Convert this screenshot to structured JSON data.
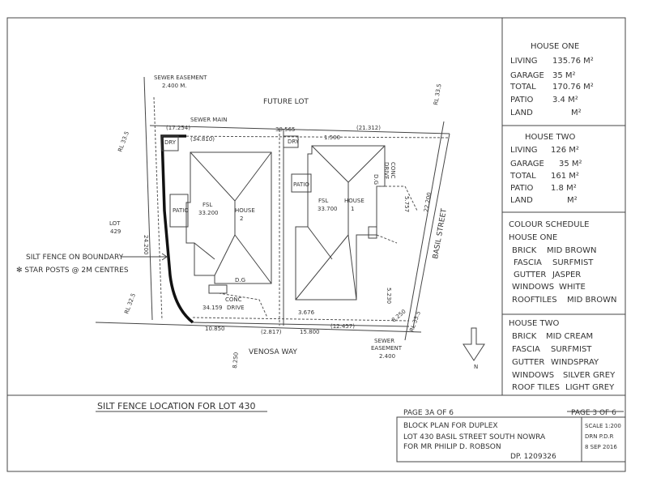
{
  "house_one_area": {
    "heading": "HOUSE ONE",
    "rows": [
      {
        "label": "LIVING",
        "value": "135.76 M²"
      },
      {
        "label": "GARAGE",
        "value": "35 M²"
      },
      {
        "label": "TOTAL",
        "value": "170.76 M²"
      },
      {
        "label": "PATIO",
        "value": "3.4 M²"
      },
      {
        "label": "LAND",
        "value": "M²"
      }
    ]
  },
  "house_two_area": {
    "heading": "HOUSE TWO",
    "rows": [
      {
        "label": "LIVING",
        "value": "126 M²"
      },
      {
        "label": "GARAGE",
        "value": "35 M²"
      },
      {
        "label": "TOTAL",
        "value": "161 M²"
      },
      {
        "label": "PATIO",
        "value": "1.8 M²"
      },
      {
        "label": "LAND",
        "value": "M²"
      }
    ]
  },
  "colour_schedule": {
    "heading": "COLOUR SCHEDULE",
    "house_one": {
      "heading": "HOUSE ONE",
      "rows": [
        {
          "label": "BRICK",
          "value": "MID BROWN"
        },
        {
          "label": "FASCIA",
          "value": "SURFMIST"
        },
        {
          "label": "GUTTER",
          "value": "JASPER"
        },
        {
          "label": "WINDOWS",
          "value": "WHITE"
        },
        {
          "label": "ROOFTILES",
          "value": "MID BROWN"
        }
      ]
    },
    "house_two": {
      "heading": "HOUSE TWO",
      "rows": [
        {
          "label": "BRICK",
          "value": "MID CREAM"
        },
        {
          "label": "FASCIA",
          "value": "SURFMIST"
        },
        {
          "label": "GUTTER",
          "value": "WINDSPRAY"
        },
        {
          "label": "WINDOWS",
          "value": "SILVER GREY"
        },
        {
          "label": "ROOF TILES",
          "value": "LIGHT GREY"
        }
      ]
    }
  },
  "plan": {
    "sewer_easement_top": "SEWER EASEMENT",
    "sewer_easement_top_width": "2.400 M.",
    "future_lot": "FUTURE LOT",
    "sewer_main": "SEWER MAIN",
    "dims": {
      "d_17254": "(17.254)",
      "d_34810": "(34.810)",
      "d_38565": "38.565",
      "d_21312": "(21.312)",
      "d_24200": "24.200",
      "d_22200": "22.200",
      "d_10850": "10.850",
      "d_2817": "(2.817)",
      "d_15800": "15.800",
      "d_12457": "(12.457)",
      "d_3676": "3.676",
      "d_5230": "5.230",
      "d_8250": "8.250",
      "d_34159": "34.159",
      "d_1500": "1.500",
      "d_5757": "5.757"
    },
    "rl_top_left": "RL 33.5",
    "rl_left": "RL 32.5",
    "rl_top_right": "RL 33.5",
    "rl_bottom_right": "RL 33.5",
    "dry": "DRY",
    "dry2": "DRY",
    "patio": "PATIO",
    "patio2": "PATIO",
    "fsl2": "FSL",
    "fsl2_val": "33.200",
    "house2": "HOUSE",
    "house2_num": "2",
    "fsl1": "FSL",
    "fsl1_val": "33.700",
    "house1": "HOUSE",
    "house1_num": "1",
    "dg_top": "D.G",
    "dg_bottom": "D.G",
    "conc_drive_right": "CONC",
    "conc_drive_right2": "DRIVE",
    "conc_drive_bottom": "CONC",
    "conc_drive_bottom2": "DRIVE",
    "lot": "LOT",
    "lot_num": "429",
    "basil_street": "BASIL STREET",
    "venosa_way": "VENOSA WAY",
    "sewer_easement_bottom": "SEWER",
    "sewer_easement_bottom2": "EASEMENT",
    "sewer_easement_bottom_width": "2.400",
    "silt_fence_boundary": "SILT FENCE ON BOUNDARY",
    "star_posts": "✻ STAR POSTS @ 2M CENTRES",
    "north": "N"
  },
  "bottom": {
    "silt_fence_location": "SILT FENCE LOCATION FOR LOT 430",
    "page_3a": "PAGE 3A OF 6",
    "page_3_struck": "PAGE 3 OF 6",
    "title_line1": "BLOCK PLAN FOR DUPLEX",
    "title_line2": "LOT 430 BASIL STREET SOUTH NOWRA",
    "title_line3": "FOR MR PHILIP D. ROBSON",
    "dp": "DP. 1209326",
    "scale": "SCALE 1:200",
    "drawn": "DRN P.D.R",
    "date": "8 SEP 2016"
  }
}
